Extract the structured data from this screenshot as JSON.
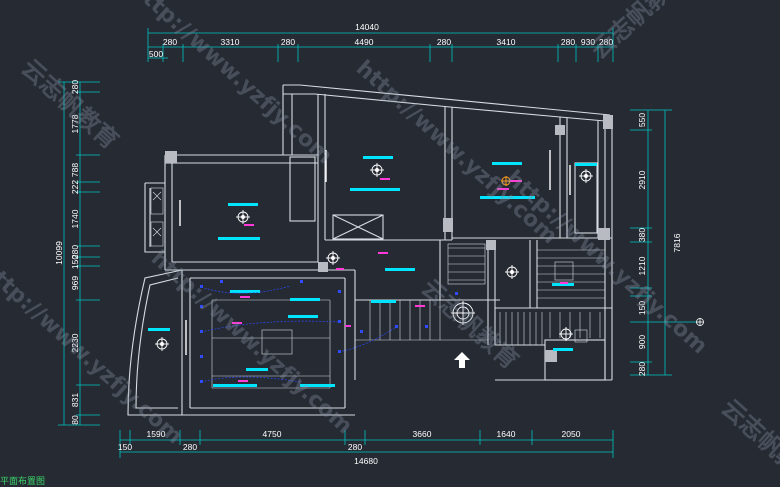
{
  "drawing": {
    "top_total": "14040",
    "top_segments": [
      "280",
      "3310",
      "280",
      "4490",
      "280",
      "3410",
      "280",
      "930",
      "280"
    ],
    "top_small": "500",
    "bottom_total": "14680",
    "bottom_segments": [
      "150",
      "1590",
      "280",
      "4750",
      "280",
      "3660",
      "1640",
      "2050"
    ],
    "left_total": "10099",
    "left_segments": [
      "280",
      "1778",
      "788",
      "222",
      "1740",
      "280",
      "150",
      "969",
      "2230",
      "831",
      "80"
    ],
    "right_total": "7816",
    "right_segments": [
      "550",
      "2910",
      "380",
      "1210",
      "150",
      "900",
      "280"
    ],
    "caption": "平面布置图",
    "watermark_url": "http://www.yzfjy.com",
    "watermark_brand": "云志帆教育"
  },
  "colors": {
    "background": "#252a33",
    "wall": "#d8dce2",
    "dimension": "#00c4c4",
    "light": "#00e5ff",
    "wire": "#2f4bff",
    "label": "#ff3ad8",
    "text": "#ffffff"
  },
  "icons": [
    "ceiling-lamp-icon",
    "spotlight-icon",
    "entrance-arrow-icon"
  ]
}
